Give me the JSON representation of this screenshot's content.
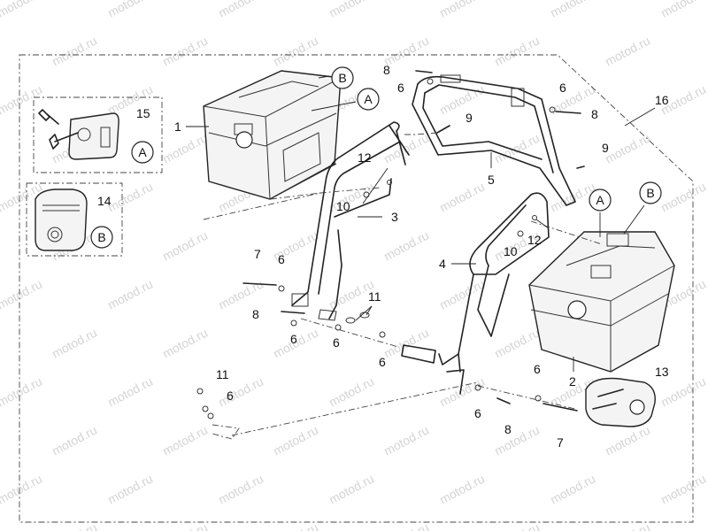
{
  "watermark": {
    "text": "motod.ru",
    "color": "#d4d4d4"
  },
  "callouts": [
    {
      "id": "c1",
      "label": "1"
    },
    {
      "id": "c2",
      "label": "2"
    },
    {
      "id": "c3",
      "label": "3"
    },
    {
      "id": "c4",
      "label": "4"
    },
    {
      "id": "c5",
      "label": "5"
    },
    {
      "id": "c6a",
      "label": "6"
    },
    {
      "id": "c6b",
      "label": "6"
    },
    {
      "id": "c6c",
      "label": "6"
    },
    {
      "id": "c6d",
      "label": "6"
    },
    {
      "id": "c6e",
      "label": "6"
    },
    {
      "id": "c6f",
      "label": "6"
    },
    {
      "id": "c6g",
      "label": "6"
    },
    {
      "id": "c6h",
      "label": "6"
    },
    {
      "id": "c6i",
      "label": "6"
    },
    {
      "id": "c7a",
      "label": "7"
    },
    {
      "id": "c7b",
      "label": "7"
    },
    {
      "id": "c8a",
      "label": "8"
    },
    {
      "id": "c8b",
      "label": "8"
    },
    {
      "id": "c8c",
      "label": "8"
    },
    {
      "id": "c8d",
      "label": "8"
    },
    {
      "id": "c9a",
      "label": "9"
    },
    {
      "id": "c9b",
      "label": "9"
    },
    {
      "id": "c10a",
      "label": "10"
    },
    {
      "id": "c10b",
      "label": "10"
    },
    {
      "id": "c11a",
      "label": "11"
    },
    {
      "id": "c11b",
      "label": "11"
    },
    {
      "id": "c12a",
      "label": "12"
    },
    {
      "id": "c12b",
      "label": "12"
    },
    {
      "id": "c13",
      "label": "13"
    },
    {
      "id": "c14",
      "label": "14"
    },
    {
      "id": "c15",
      "label": "15"
    },
    {
      "id": "c16",
      "label": "16"
    }
  ],
  "markers": [
    {
      "id": "mB1",
      "letter": "B"
    },
    {
      "id": "mA1",
      "letter": "A"
    },
    {
      "id": "mA2",
      "letter": "A"
    },
    {
      "id": "mB2",
      "letter": "B"
    },
    {
      "id": "mA3",
      "letter": "A"
    },
    {
      "id": "mB3",
      "letter": "B"
    }
  ]
}
